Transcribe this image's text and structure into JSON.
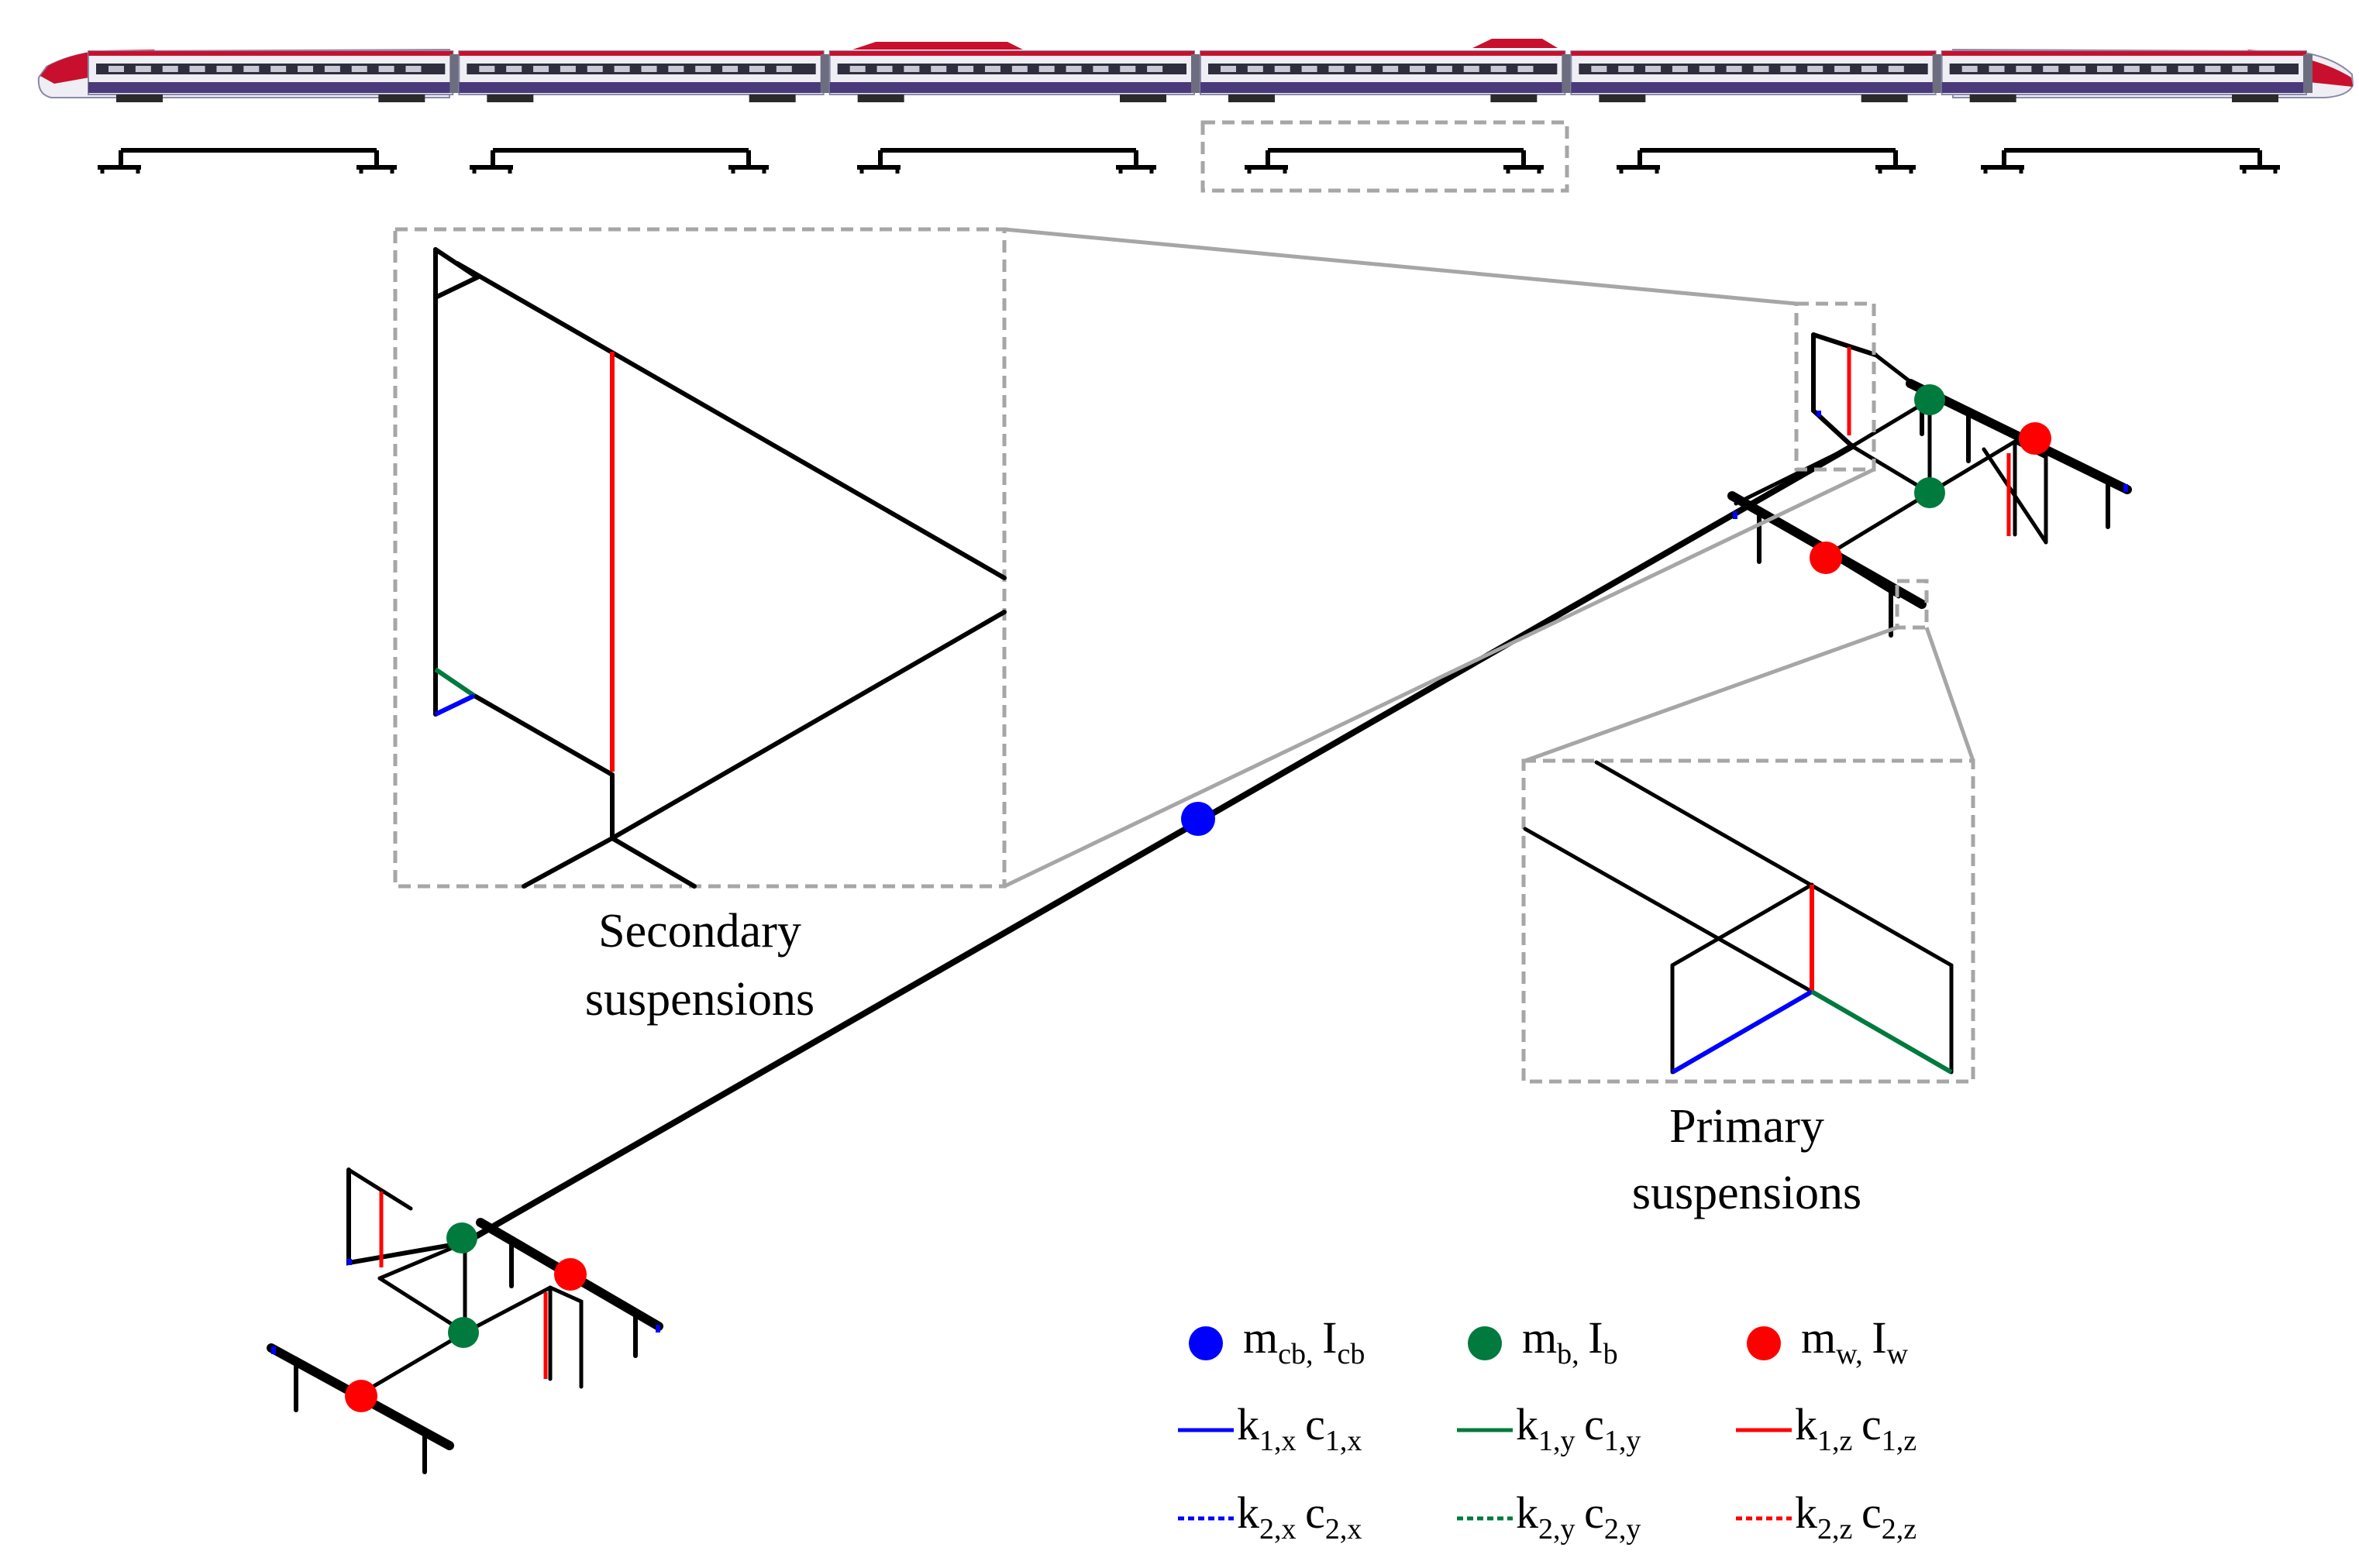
{
  "captions": {
    "secondary_line1": "Secondary",
    "secondary_line2": "suspensions",
    "primary_line1": "Primary",
    "primary_line2": "suspensions"
  },
  "colors": {
    "blue": "#0000ff",
    "green": "#007a3d",
    "red": "#ff0000",
    "black": "#000000",
    "box": "#a6a6a6",
    "train_body": "#eeeef4",
    "train_stripe": "#4a3a7a",
    "train_nose": "#c8102e"
  },
  "legend": {
    "masses": [
      {
        "icon": "blue-mass-dot-icon",
        "color": "#0000ff",
        "sym1": "m",
        "sub1": "cb,",
        "sym2": "I",
        "sub2": "cb"
      },
      {
        "icon": "green-mass-dot-icon",
        "color": "#007a3d",
        "sym1": "m",
        "sub1": "b,",
        "sym2": "I",
        "sub2": "b"
      },
      {
        "icon": "red-mass-dot-icon",
        "color": "#ff0000",
        "sym1": "m",
        "sub1": "w,",
        "sym2": "I",
        "sub2": "w"
      }
    ],
    "primary": [
      {
        "icon": "solid-blue-line-icon",
        "color": "#0000ff",
        "dashed": false,
        "sym1": "k",
        "sub1": "1,x",
        "sym2": "c",
        "sub2": "1,x"
      },
      {
        "icon": "solid-green-line-icon",
        "color": "#007a3d",
        "dashed": false,
        "sym1": "k",
        "sub1": "1,y",
        "sym2": "c",
        "sub2": "1,y"
      },
      {
        "icon": "solid-red-line-icon",
        "color": "#ff0000",
        "dashed": false,
        "sym1": "k",
        "sub1": "1,z",
        "sym2": "c",
        "sub2": "1,z"
      }
    ],
    "secondary": [
      {
        "icon": "dashed-blue-line-icon",
        "color": "#0000ff",
        "dashed": true,
        "sym1": "k",
        "sub1": "2,x",
        "sym2": "c",
        "sub2": "2,x"
      },
      {
        "icon": "dashed-green-line-icon",
        "color": "#007a3d",
        "dashed": true,
        "sym1": "k",
        "sub1": "2,y",
        "sym2": "c",
        "sub2": "2,y"
      },
      {
        "icon": "dashed-red-line-icon",
        "color": "#ff0000",
        "dashed": true,
        "sym1": "k",
        "sub1": "2,z",
        "sym2": "c",
        "sub2": "2,z"
      }
    ]
  },
  "train": {
    "car_count": 6,
    "highlighted_car": 4
  }
}
